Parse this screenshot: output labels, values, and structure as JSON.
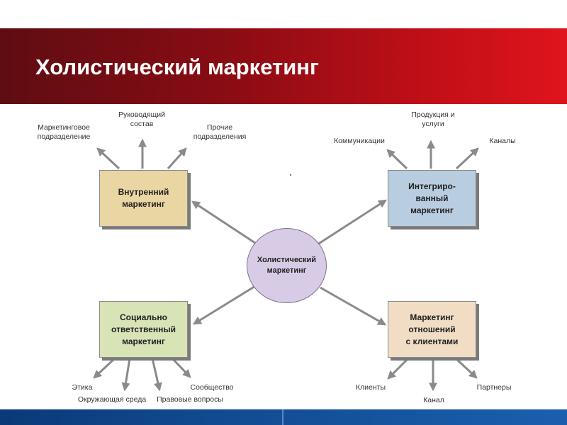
{
  "slide": {
    "title": "Холистический маркетинг"
  },
  "diagram": {
    "center": "Холистический\nмаркетинг",
    "boxes": {
      "internal": "Внутренний\nмаркетинг",
      "integrated": "Интегриро-\nванный\nмаркетинг",
      "social": "Социально\nответственный\nмаркетинг",
      "relationship": "Маркетинг\nотношений\nс клиентами"
    },
    "labels": {
      "marketing_dept": "Маркетинговое\nподразделение",
      "management": "Руководящий\nсостав",
      "other_depts": "Прочие\nподразделения",
      "communications": "Коммуникации",
      "products": "Продукция и\nуслуги",
      "channels": "Каналы",
      "ethics": "Этика",
      "environment": "Окружающая среда",
      "legal": "Правовые вопросы",
      "community": "Сообщество",
      "clients": "Клиенты",
      "channel": "Канал",
      "partners": "Партнеры"
    },
    "colors": {
      "internal": "#ead6a2",
      "integrated": "#b8cde0",
      "social": "#d8e3b6",
      "relationship": "#f1ddc3",
      "center": "#d7cbe6",
      "arrow": "#8a8a8a"
    }
  }
}
